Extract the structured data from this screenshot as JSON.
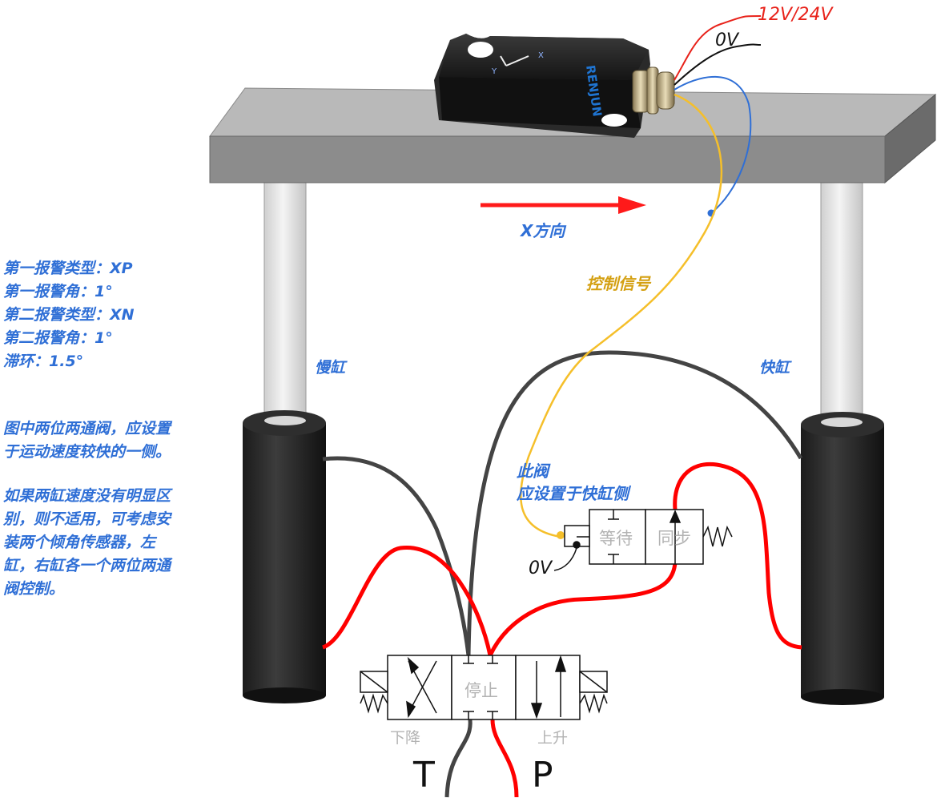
{
  "power": {
    "supply_label": "12V/24V",
    "ground_label": "0V"
  },
  "sensor": {
    "brand_text": "RENJUN",
    "axis_x": "X",
    "axis_y": "Y"
  },
  "direction_label": "X方向",
  "signal_label": "控制信号",
  "cylinders": {
    "slow_label": "慢缸",
    "fast_label": "快缸"
  },
  "settings": [
    "第一报警类型：XP",
    "第一报警角：1°",
    "第二报警类型：XN",
    "第二报警角：1°",
    "滞环：1.5°"
  ],
  "note1": [
    "图中两位两通阀，应设置",
    "于运动速度较快的一侧。"
  ],
  "note2": [
    "如果两缸速度没有明显区",
    "别，则不适用，可考虑安",
    "装两个倾角传感器，左",
    "缸，右缸各一个两位两通",
    "阀控制。"
  ],
  "two_way_valve": {
    "note_line1": "此阀",
    "note_line2": "应设置于快缸侧",
    "wait_label": "等待",
    "sync_label": "同步",
    "ground_label": "0V"
  },
  "main_valve": {
    "down_label": "下降",
    "stop_label": "停止",
    "up_label": "上升"
  },
  "ports": {
    "tank": "T",
    "pressure": "P"
  },
  "colors": {
    "accent_blue": "#2f6fd6",
    "hydraulic_red": "#ff0000",
    "hose_gray": "#3a3a3a",
    "signal_yellow": "#f5bf2a",
    "power_red": "#e8221a"
  }
}
